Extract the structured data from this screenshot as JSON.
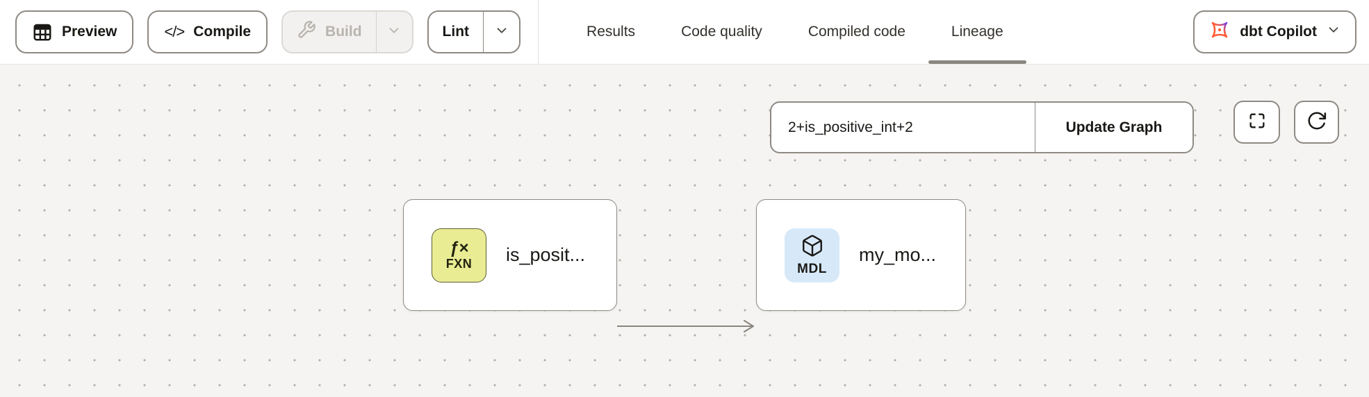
{
  "toolbar": {
    "preview_label": "Preview",
    "compile_label": "Compile",
    "compile_icon_glyph": "</>",
    "build_label": "Build",
    "lint_label": "Lint",
    "copilot_label": "dbt Copilot"
  },
  "tabs": [
    {
      "label": "Results"
    },
    {
      "label": "Code quality"
    },
    {
      "label": "Compiled code"
    },
    {
      "label": "Lineage"
    }
  ],
  "active_tab": "Lineage",
  "lineage": {
    "selector_value": "2+is_positive_int+2",
    "update_button_label": "Update Graph",
    "nodes": [
      {
        "type": "function",
        "label": "is_posit...",
        "badge_glyph": "ƒ×",
        "badge_code": "FXN",
        "badge_color": "#e9ec93"
      },
      {
        "type": "model",
        "label": "my_mo...",
        "badge_code": "MDL",
        "badge_color": "#d7e9f9"
      }
    ],
    "edges": [
      {
        "from": "is_posit...",
        "to": "my_mo..."
      }
    ]
  },
  "colors": {
    "canvas_bg": "#f5f4f2",
    "canvas_dot": "#b4b0ac",
    "border_gray": "#8e8983",
    "text_dark": "#1a1815",
    "disabled_text": "#b8b4ae",
    "active_tab_underline": "#8a8680",
    "edge_gray": "#8a8680",
    "copilot_orange": "#ff5c35",
    "copilot_purple": "#7b3ff2"
  }
}
